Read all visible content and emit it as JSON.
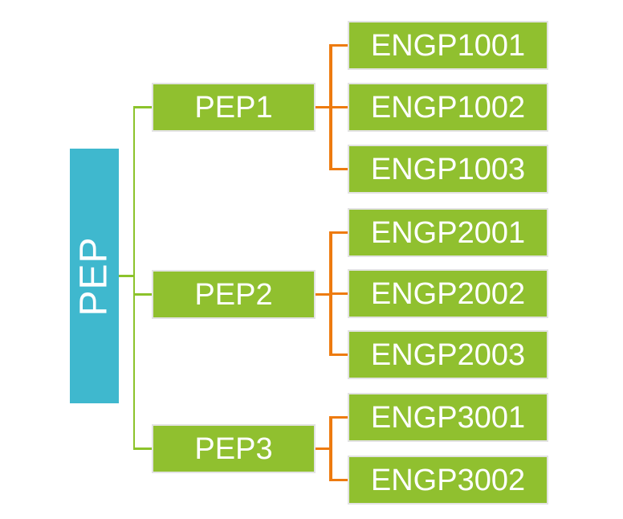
{
  "diagram": {
    "type": "hierarchy-tree",
    "root": {
      "label": "PEP"
    },
    "branches": [
      {
        "label": "PEP1",
        "children": [
          "ENGP1001",
          "ENGP1002",
          "ENGP1003"
        ]
      },
      {
        "label": "PEP2",
        "children": [
          "ENGP2001",
          "ENGP2002",
          "ENGP2003"
        ]
      },
      {
        "label": "PEP3",
        "children": [
          "ENGP3001",
          "ENGP3002"
        ]
      }
    ],
    "colors": {
      "background": "#FFFFFF",
      "root_fill": "#3FB8CE",
      "node_fill": "#90C02F",
      "node_border": "#E3E3E3",
      "branch_line": "#8CC32B",
      "child_line": "#ED7B10",
      "text": "#FFFFFF"
    }
  }
}
